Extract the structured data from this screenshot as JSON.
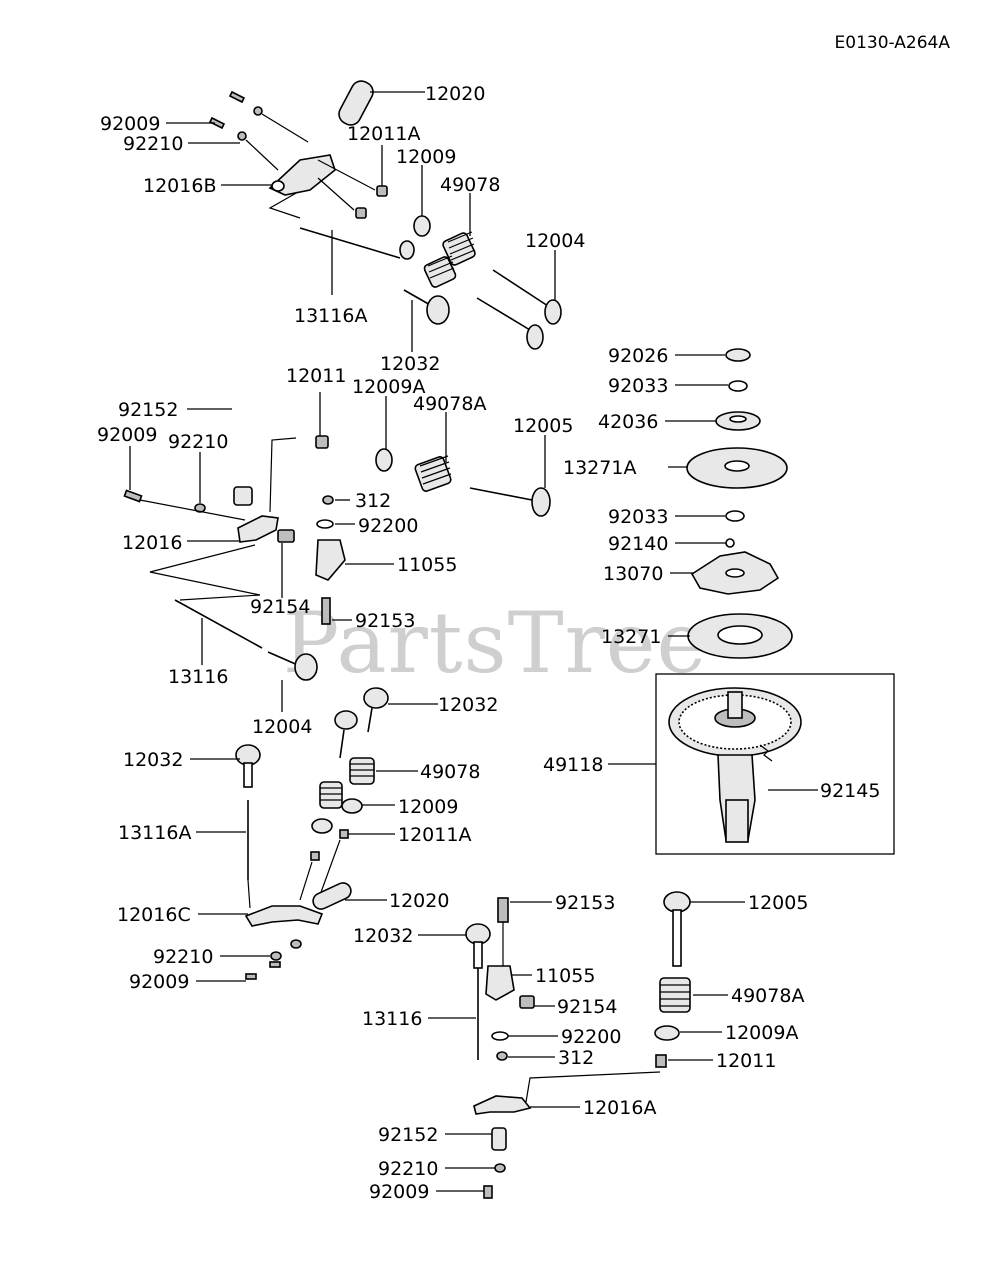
{
  "document_code": "E0130-A264A",
  "watermark": "PartsTree",
  "labels": {
    "l01": "12020",
    "l02": "92009",
    "l03": "12011A",
    "l04": "92210",
    "l05": "12009",
    "l06": "12016B",
    "l07": "49078",
    "l08": "12004",
    "l09": "13116A",
    "l10": "12032",
    "l11": "92026",
    "l12": "92033",
    "l13": "42036",
    "l14": "13271A",
    "l15": "92033",
    "l16": "92140",
    "l17": "13070",
    "l18": "13271",
    "l19": "12011",
    "l20": "12009A",
    "l21": "49078A",
    "l22": "92152",
    "l23": "12005",
    "l24": "92009",
    "l25": "92210",
    "l26": "312",
    "l27": "92200",
    "l28": "12016",
    "l29": "11055",
    "l30": "92154",
    "l31": "92153",
    "l32": "13116",
    "l33": "12032",
    "l34": "12004",
    "l35": "49118",
    "l36": "12032",
    "l37": "49078",
    "l38": "92145",
    "l39": "12009",
    "l40": "13116A",
    "l41": "12011A",
    "l42": "12020",
    "l43": "12016C",
    "l44": "92153",
    "l45": "12005",
    "l46": "12032",
    "l47": "92210",
    "l48": "11055",
    "l49": "92009",
    "l50": "92154",
    "l51": "49078A",
    "l52": "13116",
    "l53": "92200",
    "l54": "12009A",
    "l55": "312",
    "l56": "12011",
    "l57": "12016A",
    "l58": "92152",
    "l59": "92210",
    "l60": "92009"
  }
}
